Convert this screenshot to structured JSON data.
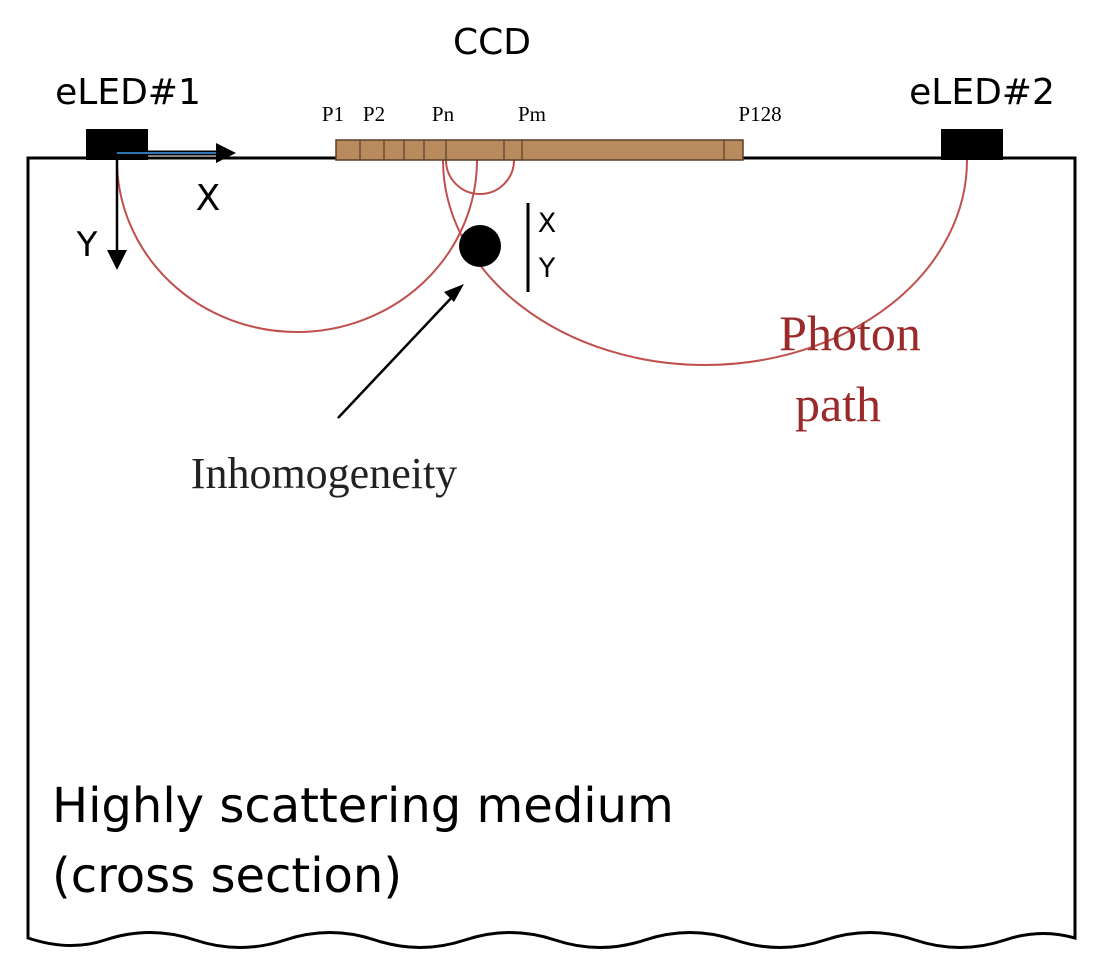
{
  "labels": {
    "ccd": "CCD",
    "eled1": "eLED#1",
    "eled2": "eLED#2",
    "pixel_p1": "P1",
    "pixel_p2": "P2",
    "pixel_pn": "Pn",
    "pixel_pm": "Pm",
    "pixel_p128": "P128",
    "axis_x": "X",
    "axis_y": "Y",
    "inhomogeneity_x": "X",
    "inhomogeneity_y": "Y",
    "inhomogeneity": "Inhomogeneity",
    "photon_path_line1": "Photon",
    "photon_path_line2": "path",
    "medium_line1": "Highly scattering medium",
    "medium_line2": "(cross section)"
  },
  "colors": {
    "ccd_fill": "#b88a5e",
    "photon_path": "#c0504d",
    "photon_label": "#9b2a2a",
    "axis_arrow": "#2e75b6",
    "outline": "#000000"
  }
}
